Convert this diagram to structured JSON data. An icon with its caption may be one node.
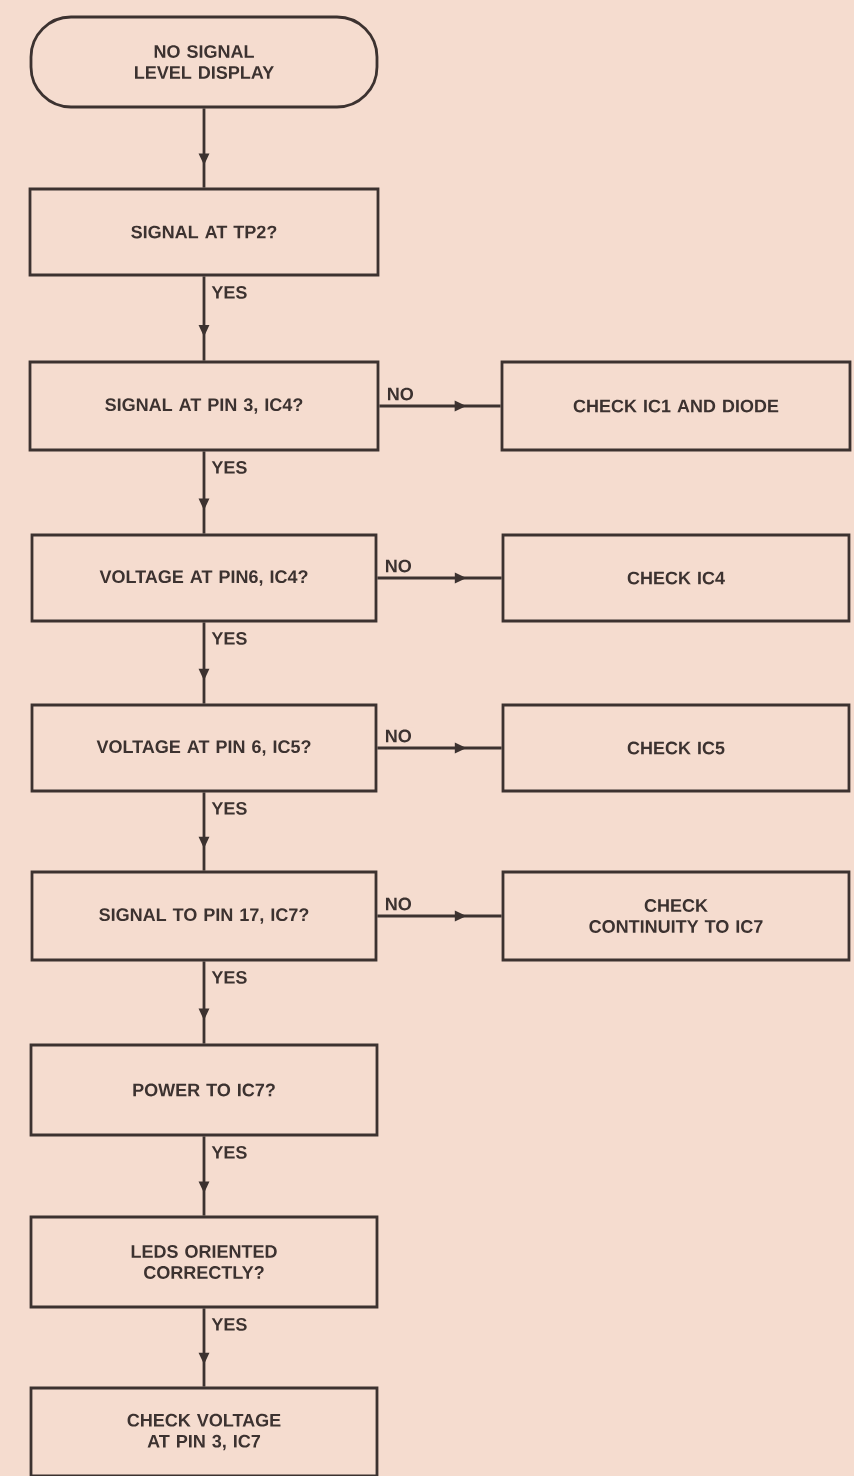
{
  "diagram": {
    "nodes": [
      {
        "text": [
          "NO SIGNAL LEVEL DISPLAY"
        ]
      },
      {
        "text": [
          "SIGNAL AT TP2?"
        ]
      },
      {
        "text": [
          "SIGNAL AT PIN 3, IC4?"
        ]
      },
      {
        "text": [
          "CHECK IC1 AND DIODE"
        ]
      },
      {
        "text": [
          "VOLTAGE AT PIN6, IC4?"
        ]
      },
      {
        "text": [
          "CHECK IC4"
        ]
      },
      {
        "text": [
          "VOLTAGE AT PIN 6, IC5?"
        ]
      },
      {
        "text": [
          "CHECK IC5"
        ]
      },
      {
        "text": [
          "SIGNAL TO PIN 17, IC7?"
        ]
      },
      {
        "text": [
          "CHECK CONTINUITY TO IC7"
        ]
      },
      {
        "text": [
          "POWER TO IC7?"
        ]
      },
      {
        "text": [
          "LEDS ORIENTED CORRECTLY?"
        ]
      },
      {
        "text": [
          "CHECK VOLTAGE AT PIN 3, IC7"
        ]
      }
    ],
    "edges": [
      {
        "from": 0,
        "to": 1,
        "arrow": "to"
      },
      {
        "from": 1,
        "to": 2,
        "arrow": "to",
        "label": "YES"
      },
      {
        "from": 2,
        "to": 3,
        "arrow": "to",
        "label": "NO"
      },
      {
        "from": 2,
        "to": 4,
        "arrow": "to",
        "label": "YES"
      },
      {
        "from": 4,
        "to": 5,
        "arrow": "to",
        "label": "NO"
      },
      {
        "from": 4,
        "to": 6,
        "arrow": "to",
        "label": "YES"
      },
      {
        "from": 6,
        "to": 7,
        "arrow": "to",
        "label": "NO"
      },
      {
        "from": 6,
        "to": 8,
        "arrow": "to",
        "label": "YES"
      },
      {
        "from": 8,
        "to": 9,
        "arrow": "to",
        "label": "NO"
      },
      {
        "from": 8,
        "to": 10,
        "arrow": "to",
        "label": "YES"
      },
      {
        "from": 10,
        "to": 11,
        "arrow": "to",
        "label": "YES"
      },
      {
        "from": 11,
        "to": 12,
        "arrow": "to",
        "label": "YES"
      }
    ]
  }
}
